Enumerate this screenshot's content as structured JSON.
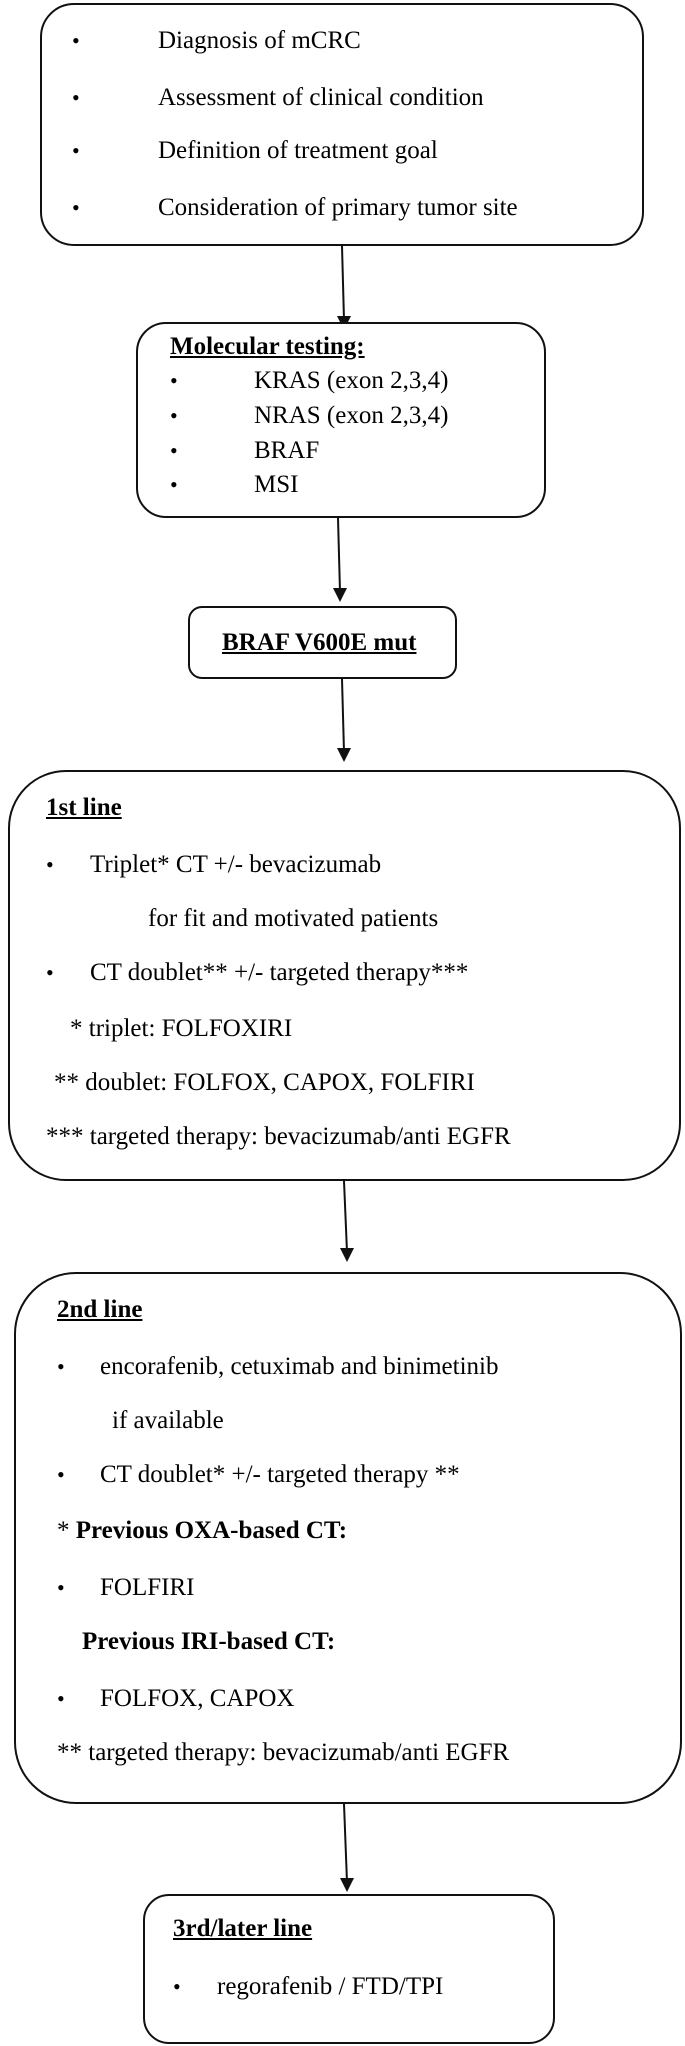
{
  "box1": {
    "items": [
      "Diagnosis of mCRC",
      "Assessment  of clinical condition",
      "Definition of treatment goal",
      "Consideration of primary tumor site"
    ]
  },
  "box2": {
    "title": "Molecular testing:",
    "items": [
      "KRAS (exon 2,3,4)",
      "NRAS (exon 2,3,4)",
      "BRAF",
      "MSI"
    ]
  },
  "box3": {
    "title": "BRAF V600E mut"
  },
  "box4": {
    "title": "1st line",
    "item1": "Triplet* CT +/- bevacizumab",
    "item1_cont": "for fit and motivated patients",
    "item2": "CT doublet**  +/- targeted therapy***",
    "note1": "* triplet: FOLFOXIRI",
    "note2": "** doublet: FOLFOX, CAPOX, FOLFIRI",
    "note3": "*** targeted therapy: bevacizumab/anti EGFR"
  },
  "box5": {
    "title": "2nd line",
    "item1": "encorafenib, cetuximab and binimetinib",
    "item1_cont": "if available",
    "item2": "CT doublet*  +/- targeted therapy **",
    "prev_oxa_star": "* ",
    "prev_oxa": "Previous OXA-based CT:",
    "item3": "FOLFIRI",
    "prev_iri": "Previous IRI-based  CT:",
    "item4": "FOLFOX, CAPOX",
    "note": "** targeted therapy: bevacizumab/anti EGFR"
  },
  "box6": {
    "title": "3rd/later line",
    "item1": "regorafenib / FTD/TPI"
  },
  "bullet": "•"
}
